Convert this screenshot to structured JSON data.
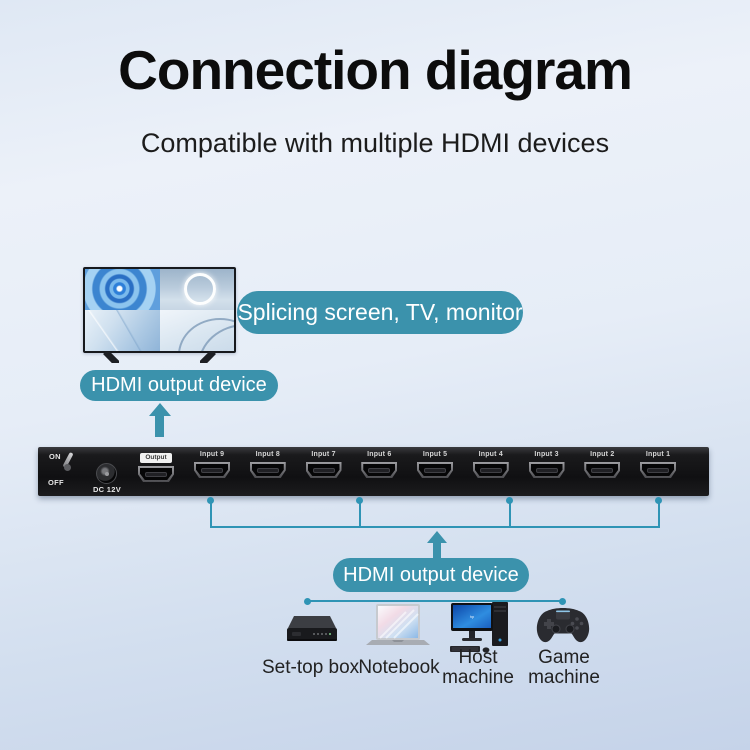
{
  "page": {
    "title": "Connection diagram",
    "subtitle": "Compatible with multiple HDMI devices"
  },
  "colors": {
    "accent_teal": "#3b92ac",
    "connector_teal": "#2f94b5",
    "panel_black": "#141416",
    "background_top": "#ecf1f9",
    "background_bottom": "#c5d3e9"
  },
  "display_side": {
    "screen_pill_label": "Splicing screen, TV, monitor",
    "output_pill_label": "HDMI output device"
  },
  "switcher": {
    "power_on_label": "ON",
    "power_off_label": "OFF",
    "dc_label": "DC 12V",
    "output_port_label": "Output",
    "input_port_labels": [
      "Input 9",
      "Input 8",
      "Input 7",
      "Input 6",
      "Input 5",
      "Input 4",
      "Input 3",
      "Input 2",
      "Input 1"
    ]
  },
  "sources": {
    "pill_label": "HDMI output device",
    "items": [
      {
        "label": "Set-top box"
      },
      {
        "label": "Notebook"
      },
      {
        "label": "Host machine"
      },
      {
        "label": "Game machine"
      }
    ]
  }
}
